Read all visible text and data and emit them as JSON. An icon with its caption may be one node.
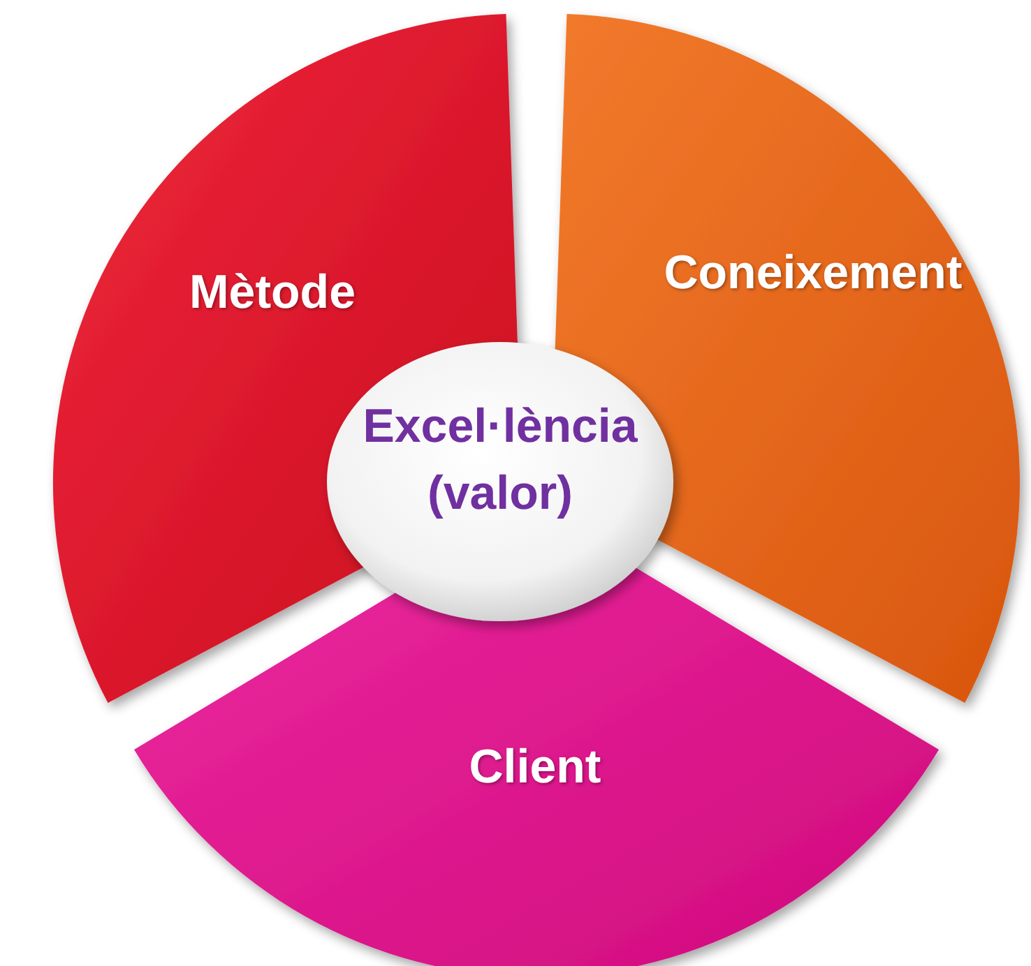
{
  "diagram": {
    "nodes": [
      {
        "text": [
          "Mètode"
        ]
      },
      {
        "text": [
          "Coneixement"
        ]
      },
      {
        "text": [
          "Client"
        ]
      },
      {
        "text": [
          "Excel·lència (valor)"
        ]
      }
    ],
    "edges": []
  }
}
